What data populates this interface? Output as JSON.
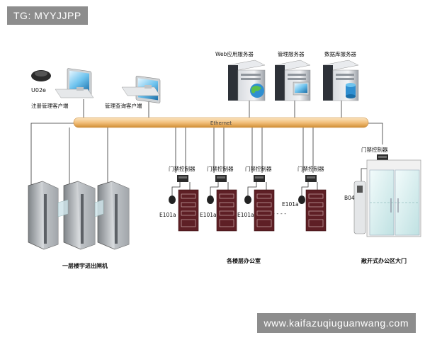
{
  "watermark_top": "TG: MYYJJPP",
  "watermark_bottom": "www.kaifazuqiuguanwang.com",
  "servers": {
    "web": "Web应用服务器",
    "mgmt": "管理服务器",
    "db": "数据库服务器"
  },
  "clients": {
    "registration": "注册管理客户端",
    "query": "管理查询客户端",
    "reader": "U02e"
  },
  "bus_label": "Ethernet",
  "controller_label": "门禁控制器",
  "door_reader_label": "E101a",
  "ellipsis": "- - - -",
  "reader_b04": "B04",
  "sections": {
    "turnstile": "一层楼宇进出闸机",
    "offices": "各楼层办公室",
    "open_office": "敞开式办公区大门"
  },
  "colors": {
    "bus": "#f3c98a",
    "bus_edge": "#d79a3e",
    "door": "#5e1f25",
    "line": "#333333"
  }
}
